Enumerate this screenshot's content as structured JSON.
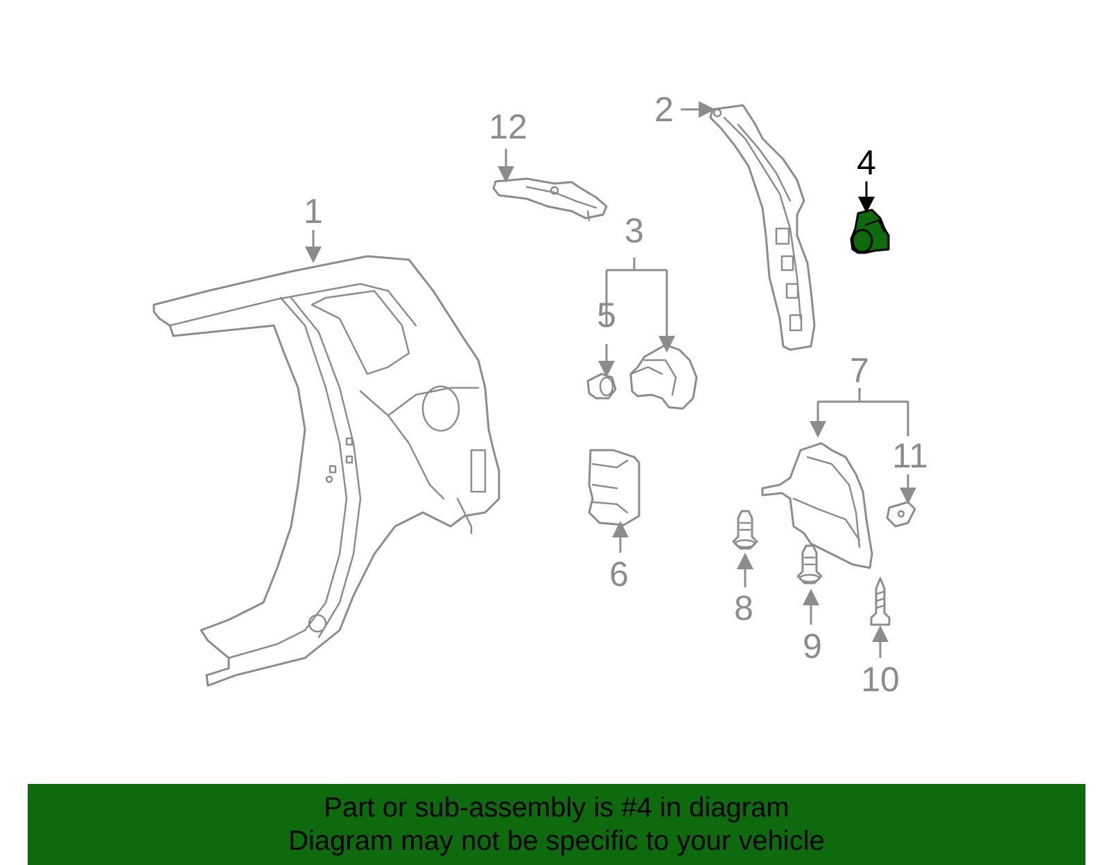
{
  "diagram": {
    "highlight_color": "#0d6b0d",
    "line_color": "#8c8c8c",
    "callouts": {
      "c1": "1",
      "c2": "2",
      "c3": "3",
      "c4": "4",
      "c5": "5",
      "c6": "6",
      "c7": "7",
      "c8": "8",
      "c9": "9",
      "c10": "10",
      "c11": "11",
      "c12": "12"
    },
    "highlighted_part": "4"
  },
  "banner": {
    "line1": "Part or sub-assembly is #4 in diagram",
    "line2": "Diagram may not be specific to your vehicle",
    "background": "#0d6b0d"
  }
}
